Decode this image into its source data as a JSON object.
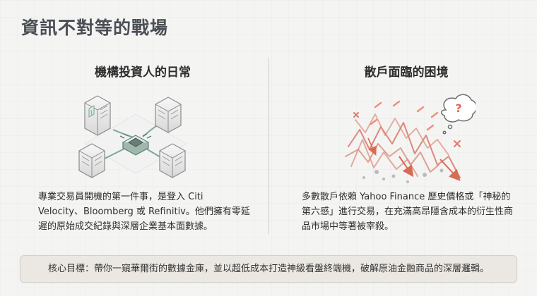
{
  "page": {
    "title": "資訊不對等的戰場"
  },
  "left_panel": {
    "heading": "機構投資人的日常",
    "body": "專業交易員開機的第一件事，是登入 Citi Velocity、Bloomberg 或 Refinitiv。他們擁有零延遲的原始成交紀錄與深層企業基本面數據。",
    "illustration_icon": "server-network-icon"
  },
  "right_panel": {
    "heading": "散戶面臨的困境",
    "body": "多數散戶依賴 Yahoo Finance 歷史價格或「神秘的第六感」進行交易，在充滿高昂隱含成本的衍生性商品市場中等著被宰殺。",
    "illustration_icon": "confused-market-chart-icon",
    "question_mark": "?"
  },
  "banner": {
    "text": "核心目標：帶你一窺華爾街的數據金庫，並以超低成本打造神級看盤終端機，破解原油金融商品的深層邏輯。"
  },
  "colors": {
    "title": "#4b4f55",
    "accent_red": "#db7b69",
    "accent_green": "#64a78d",
    "banner_bg": "#ebe8e3"
  }
}
